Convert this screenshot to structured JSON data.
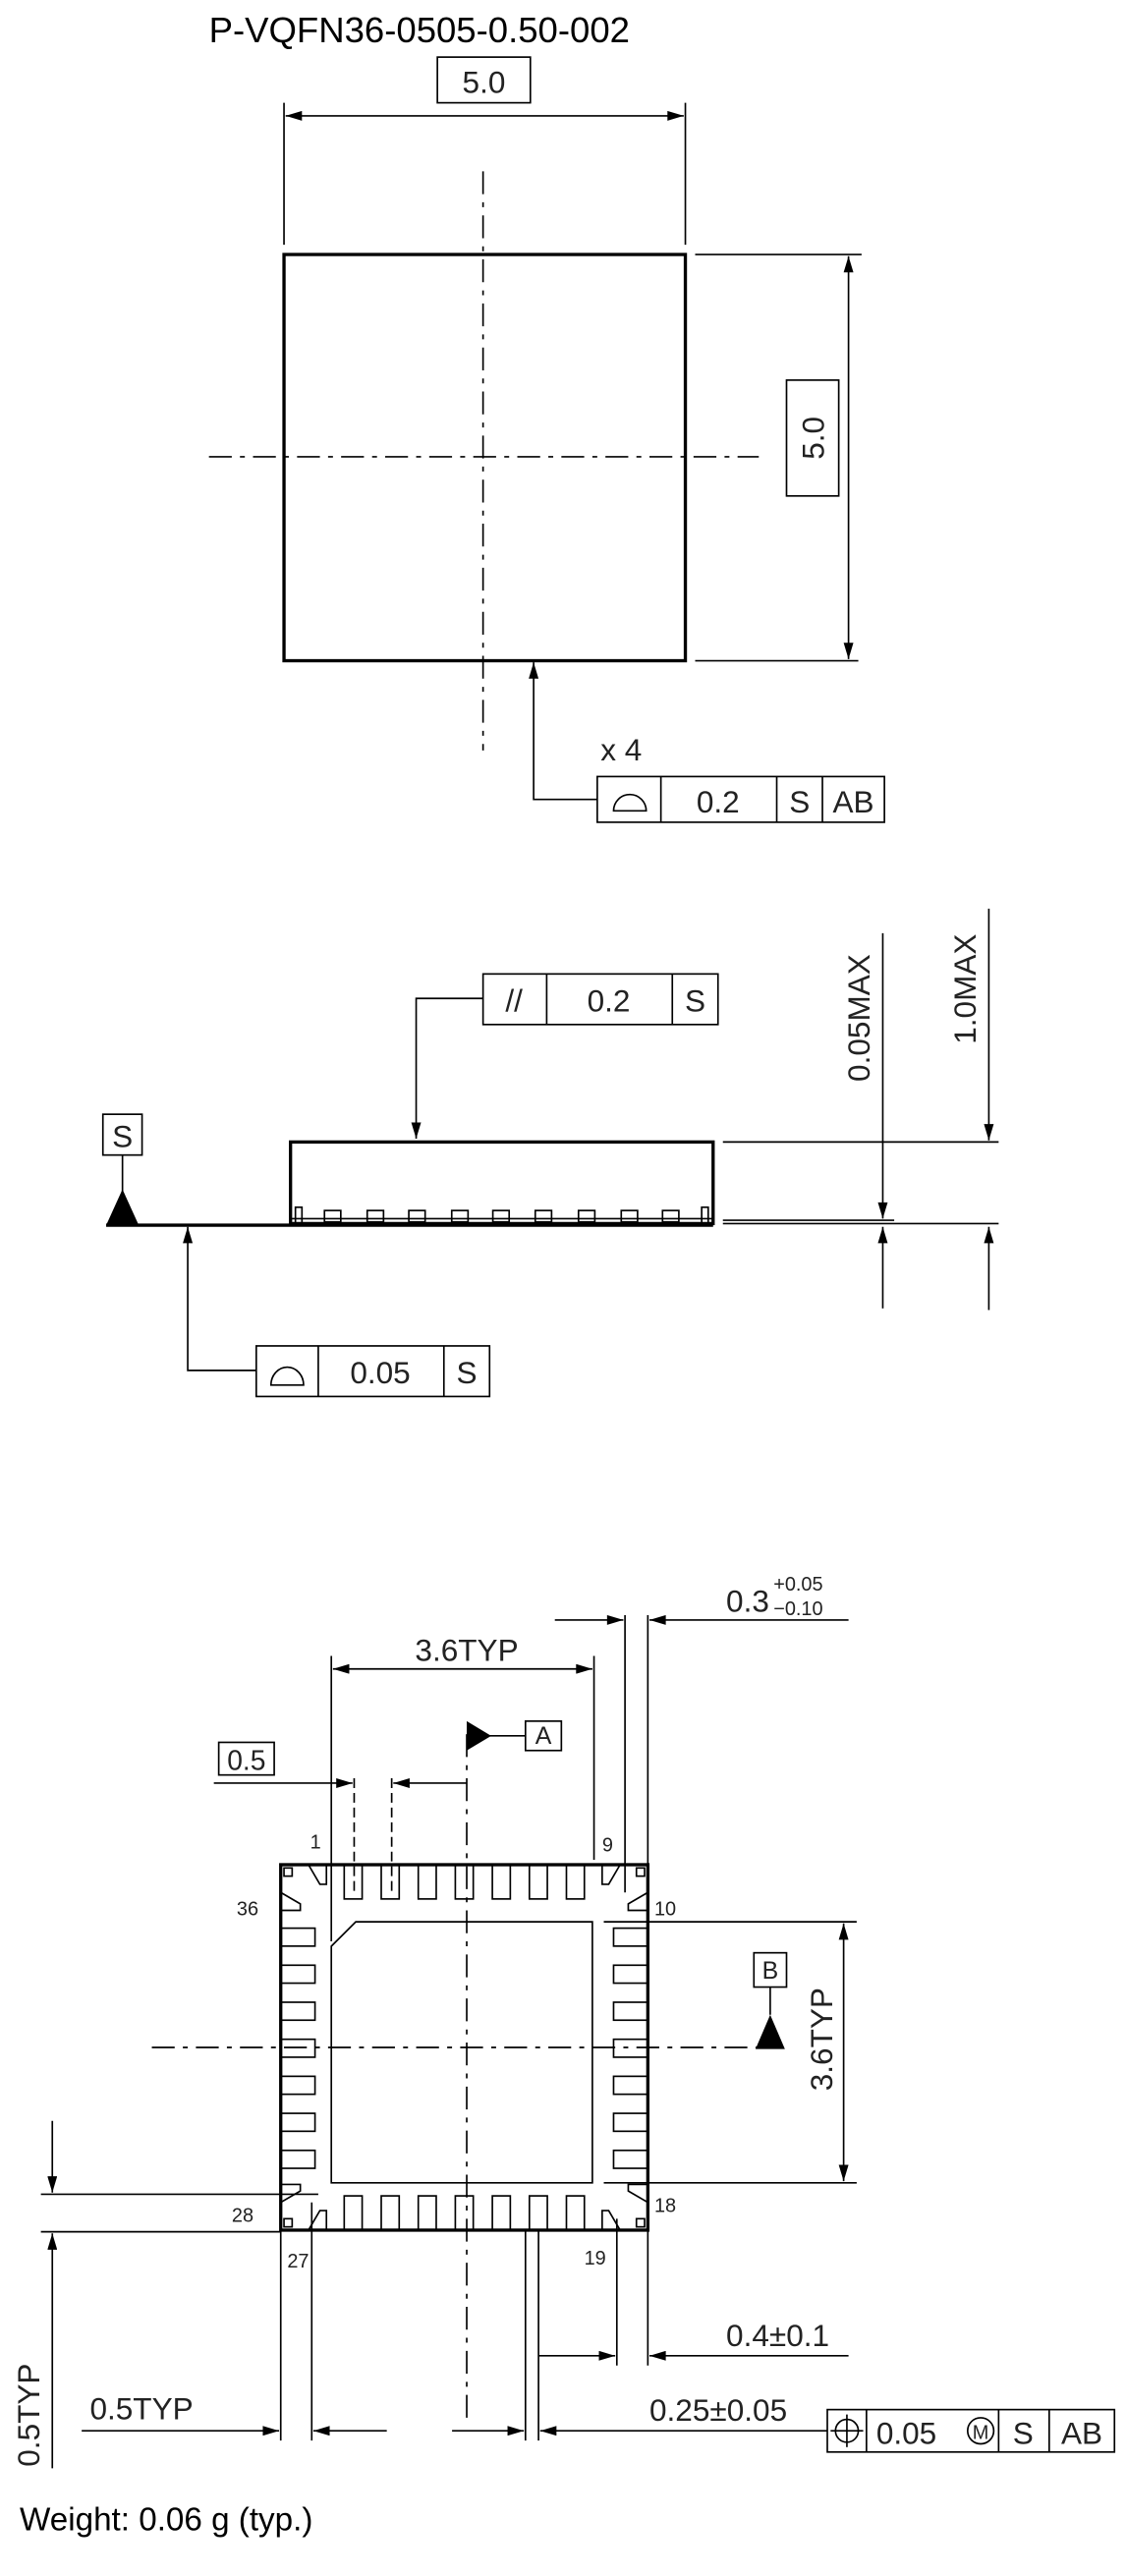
{
  "title": "P-VQFN36-0505-0.50-002",
  "top_view": {
    "width_dim": "5.0",
    "height_dim": "5.0",
    "multiplier": "x 4",
    "frame": {
      "symbol": "profile-of-surface",
      "tolerance": "0.2",
      "datum1": "S",
      "datum2": "AB"
    }
  },
  "side_view": {
    "datum": "S",
    "parallel_frame": {
      "symbol": "//",
      "tolerance": "0.2",
      "datum": "S"
    },
    "flatness_frame": {
      "symbol": "profile-of-surface",
      "tolerance": "0.05",
      "datum": "S"
    },
    "standoff": "0.05MAX",
    "height": "1.0MAX"
  },
  "bottom_view": {
    "lead_width": "0.3",
    "lead_width_tol_plus": "+0.05",
    "lead_width_tol_minus": "−0.10",
    "exposed_pad_width": "3.6TYP",
    "exposed_pad_height": "3.6TYP",
    "pitch_box": "0.5",
    "datum_a": "A",
    "datum_b": "B",
    "pin_labels": {
      "p1": "1",
      "p9": "9",
      "p10": "10",
      "p18": "18",
      "p19": "19",
      "p27": "27",
      "p28": "28",
      "p36": "36"
    },
    "corner_vertical": "0.5TYP",
    "corner_horizontal": "0.5TYP",
    "lead_length": "0.4±0.1",
    "terminal_width": "0.25±0.05",
    "position_frame": {
      "symbol": "position",
      "tolerance": "0.05",
      "modifier": "M",
      "datum1": "S",
      "datum2": "AB"
    }
  },
  "weight": "Weight: 0.06 g (typ.)"
}
